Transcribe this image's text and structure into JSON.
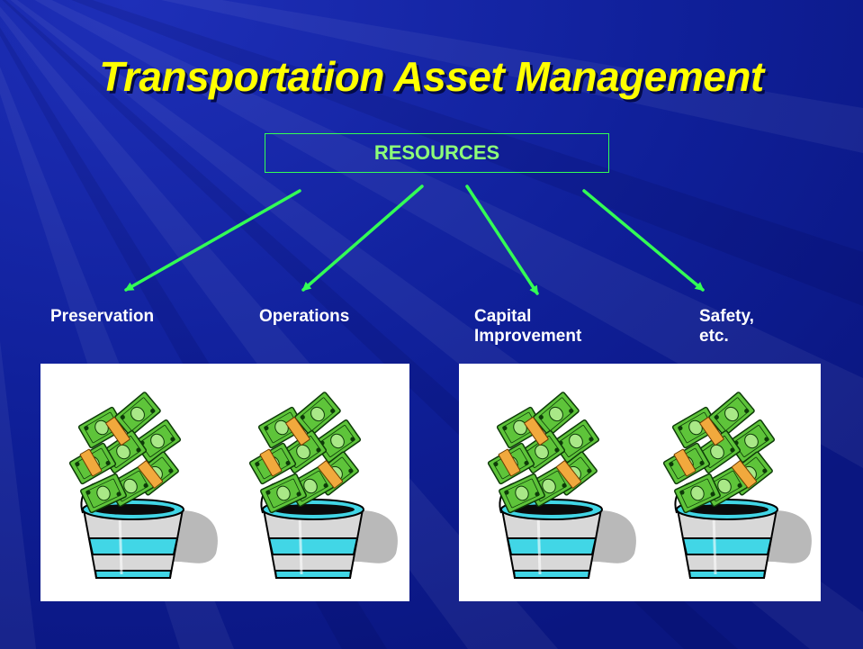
{
  "slide": {
    "title": "Transportation Asset Management",
    "resources_label": "RESOURCES",
    "categories": [
      {
        "label": "Preservation"
      },
      {
        "label": "Operations"
      },
      {
        "label": "Capital\nImprovement"
      },
      {
        "label": "Safety,\netc."
      }
    ]
  },
  "colors": {
    "background": "#0d1c8f",
    "title": "#ffff00",
    "arrow": "#33ff55",
    "resources_text": "#8dff78",
    "label_text": "#ffffff"
  },
  "icons": [
    "money-bucket-icon"
  ]
}
